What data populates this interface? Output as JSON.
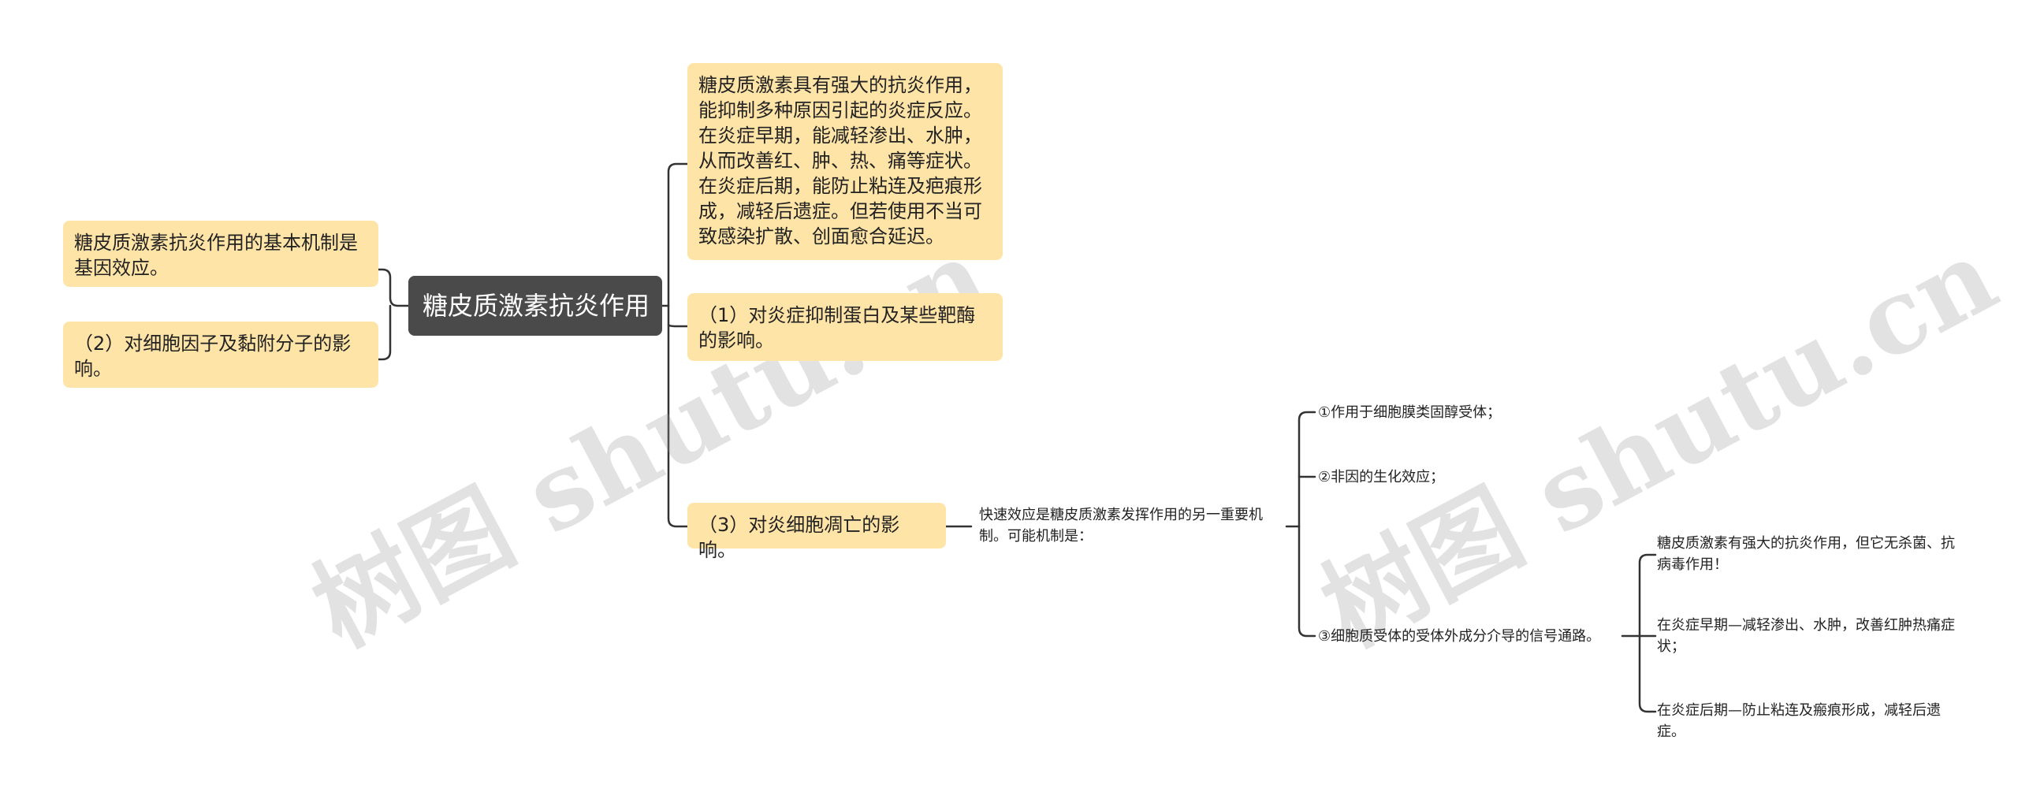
{
  "root": {
    "label": "糖皮质激素抗炎作用"
  },
  "left_nodes": [
    {
      "text": "糖皮质激素抗炎作用的基本机制是基因效应。"
    },
    {
      "text": "（2）对细胞因子及黏附分子的影响。"
    }
  ],
  "right_nodes": [
    {
      "text": "糖皮质激素具有强大的抗炎作用，能抑制多种原因引起的炎症反应。在炎症早期，能减轻渗出、水肿，从而改善红、肿、热、痛等症状。在炎症后期，能防止粘连及疤痕形成，减轻后遗症。但若使用不当可致感染扩散、创面愈合延迟。"
    },
    {
      "text": "（1）对炎症抑制蛋白及某些靶酶的影响。"
    },
    {
      "text": "（3）对炎细胞凋亡的影响。"
    }
  ],
  "fast_effect": {
    "text": "快速效应是糖皮质激素发挥作用的另一重要机制。可能机制是："
  },
  "mechanisms": [
    {
      "text": "①作用于细胞膜类固醇受体；"
    },
    {
      "text": "②非因的生化效应；"
    },
    {
      "text": "③细胞质受体的受体外成分介导的信号通路。"
    }
  ],
  "details": [
    {
      "text": "糖皮质激素有强大的抗炎作用，但它无杀菌、抗病毒作用！"
    },
    {
      "text": "在炎症早期—减轻渗出、水肿，改善红肿热痛症状；"
    },
    {
      "text": "在炎症后期—防止粘连及瘢痕形成，减轻后遗症。"
    }
  ],
  "watermark": {
    "text": "树图 shutu.cn"
  },
  "colors": {
    "root_bg": "#4a4a4a",
    "node_bg": "#ffe4a8",
    "line": "#333333"
  }
}
